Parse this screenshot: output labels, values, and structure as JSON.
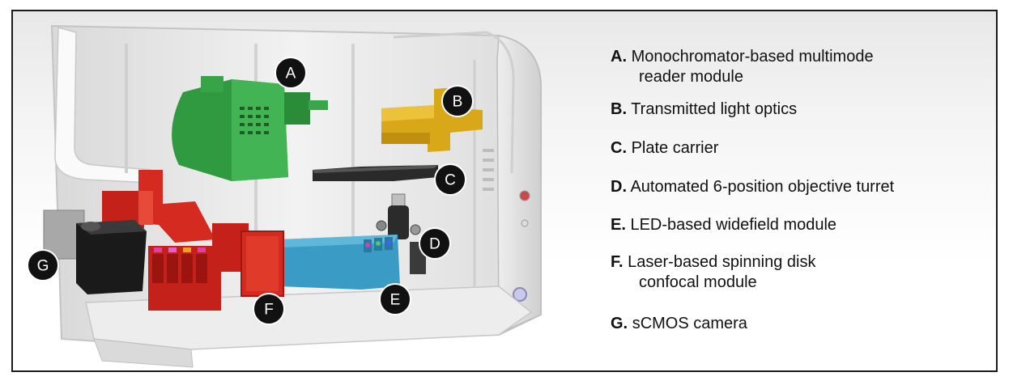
{
  "legend": [
    {
      "letter": "A.",
      "text": "Monochromator-based multimode",
      "cont": "reader module"
    },
    {
      "letter": "B.",
      "text": "Transmitted light optics"
    },
    {
      "letter": "C.",
      "text": "Plate carrier"
    },
    {
      "letter": "D.",
      "text": "Automated 6-position objective turret"
    },
    {
      "letter": "E.",
      "text": "LED-based widefield module"
    },
    {
      "letter": "F.",
      "text": "Laser-based spinning disk",
      "cont": "confocal module"
    },
    {
      "letter": "G.",
      "text": "sCMOS camera"
    }
  ],
  "markers": [
    "A",
    "B",
    "C",
    "D",
    "E",
    "F",
    "G"
  ],
  "colors": {
    "reader_module": "#3aa64a",
    "transmitted_light": "#e0b020",
    "laser_module": "#d42a20",
    "led_module": "#3a9cc4",
    "camera": "#1a1a1a",
    "marker": "#111111"
  }
}
